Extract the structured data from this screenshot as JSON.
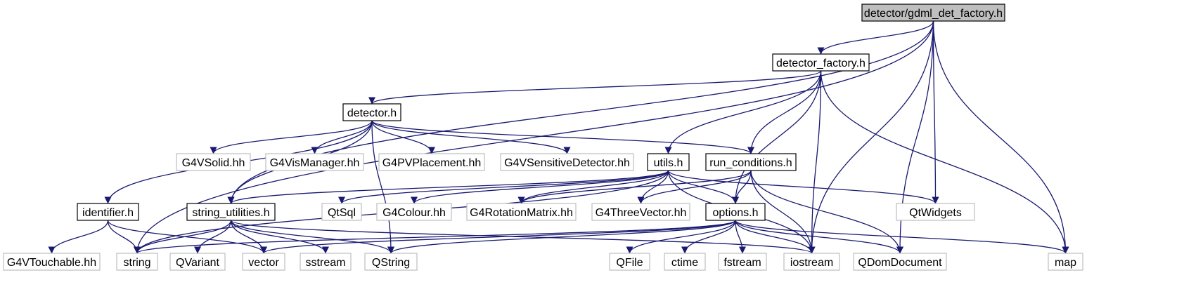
{
  "colors": {
    "edge": "#191970",
    "focus_fill": "#bfbfbf",
    "focus_border": "#000000",
    "local_border": "#000000",
    "external_border": "#bfbfbf",
    "background": "#ffffff"
  },
  "nodes": [
    {
      "id": "gdml_det_factory",
      "label": "detector/gdml_det_factory.h",
      "kind": "focus"
    },
    {
      "id": "detector_factory",
      "label": "detector_factory.h",
      "kind": "local"
    },
    {
      "id": "detector",
      "label": "detector.h",
      "kind": "local"
    },
    {
      "id": "G4VSolid",
      "label": "G4VSolid.hh",
      "kind": "external"
    },
    {
      "id": "G4VisManager",
      "label": "G4VisManager.hh",
      "kind": "external"
    },
    {
      "id": "G4PVPlacement",
      "label": "G4PVPlacement.hh",
      "kind": "external"
    },
    {
      "id": "G4VSensitiveDetector",
      "label": "G4VSensitiveDetector.hh",
      "kind": "external"
    },
    {
      "id": "utils",
      "label": "utils.h",
      "kind": "local"
    },
    {
      "id": "run_conditions",
      "label": "run_conditions.h",
      "kind": "local"
    },
    {
      "id": "identifier",
      "label": "identifier.h",
      "kind": "local"
    },
    {
      "id": "string_utilities",
      "label": "string_utilities.h",
      "kind": "local"
    },
    {
      "id": "QtSql",
      "label": "QtSql",
      "kind": "external"
    },
    {
      "id": "G4Colour",
      "label": "G4Colour.hh",
      "kind": "external"
    },
    {
      "id": "G4RotationMatrix",
      "label": "G4RotationMatrix.hh",
      "kind": "external"
    },
    {
      "id": "G4ThreeVector",
      "label": "G4ThreeVector.hh",
      "kind": "external"
    },
    {
      "id": "options",
      "label": "options.h",
      "kind": "local"
    },
    {
      "id": "QtWidgets",
      "label": "QtWidgets",
      "kind": "external"
    },
    {
      "id": "G4VTouchable",
      "label": "G4VTouchable.hh",
      "kind": "external"
    },
    {
      "id": "string",
      "label": "string",
      "kind": "external"
    },
    {
      "id": "QVariant",
      "label": "QVariant",
      "kind": "external"
    },
    {
      "id": "vector",
      "label": "vector",
      "kind": "external"
    },
    {
      "id": "sstream",
      "label": "sstream",
      "kind": "external"
    },
    {
      "id": "QString",
      "label": "QString",
      "kind": "external"
    },
    {
      "id": "QFile",
      "label": "QFile",
      "kind": "external"
    },
    {
      "id": "ctime",
      "label": "ctime",
      "kind": "external"
    },
    {
      "id": "fstream",
      "label": "fstream",
      "kind": "external"
    },
    {
      "id": "iostream",
      "label": "iostream",
      "kind": "external"
    },
    {
      "id": "QDomDocument",
      "label": "QDomDocument",
      "kind": "external"
    },
    {
      "id": "map",
      "label": "map",
      "kind": "external"
    }
  ],
  "edges": [
    {
      "from": "gdml_det_factory",
      "to": "detector_factory"
    },
    {
      "from": "gdml_det_factory",
      "to": "string"
    },
    {
      "from": "gdml_det_factory",
      "to": "string_utilities"
    },
    {
      "from": "gdml_det_factory",
      "to": "QtWidgets"
    },
    {
      "from": "gdml_det_factory",
      "to": "iostream"
    },
    {
      "from": "gdml_det_factory",
      "to": "QDomDocument"
    },
    {
      "from": "gdml_det_factory",
      "to": "map"
    },
    {
      "from": "detector_factory",
      "to": "detector"
    },
    {
      "from": "detector_factory",
      "to": "utils"
    },
    {
      "from": "detector_factory",
      "to": "run_conditions"
    },
    {
      "from": "detector_factory",
      "to": "options"
    },
    {
      "from": "detector_factory",
      "to": "iostream"
    },
    {
      "from": "detector_factory",
      "to": "map"
    },
    {
      "from": "detector",
      "to": "G4VSolid"
    },
    {
      "from": "detector",
      "to": "G4VisManager"
    },
    {
      "from": "detector",
      "to": "G4PVPlacement"
    },
    {
      "from": "detector",
      "to": "G4VSensitiveDetector"
    },
    {
      "from": "detector",
      "to": "run_conditions"
    },
    {
      "from": "detector",
      "to": "identifier"
    },
    {
      "from": "detector",
      "to": "string_utilities"
    },
    {
      "from": "detector",
      "to": "QString"
    },
    {
      "from": "utils",
      "to": "string_utilities"
    },
    {
      "from": "utils",
      "to": "QtSql"
    },
    {
      "from": "utils",
      "to": "G4Colour"
    },
    {
      "from": "utils",
      "to": "G4RotationMatrix"
    },
    {
      "from": "utils",
      "to": "G4ThreeVector"
    },
    {
      "from": "utils",
      "to": "options"
    },
    {
      "from": "utils",
      "to": "QtWidgets"
    },
    {
      "from": "utils",
      "to": "iostream"
    },
    {
      "from": "utils",
      "to": "string"
    },
    {
      "from": "run_conditions",
      "to": "G4RotationMatrix"
    },
    {
      "from": "run_conditions",
      "to": "G4ThreeVector"
    },
    {
      "from": "run_conditions",
      "to": "options"
    },
    {
      "from": "run_conditions",
      "to": "iostream"
    },
    {
      "from": "run_conditions",
      "to": "QDomDocument"
    },
    {
      "from": "identifier",
      "to": "G4VTouchable"
    },
    {
      "from": "identifier",
      "to": "string"
    },
    {
      "from": "identifier",
      "to": "vector"
    },
    {
      "from": "string_utilities",
      "to": "string"
    },
    {
      "from": "string_utilities",
      "to": "QVariant"
    },
    {
      "from": "string_utilities",
      "to": "vector"
    },
    {
      "from": "string_utilities",
      "to": "sstream"
    },
    {
      "from": "string_utilities",
      "to": "QString"
    },
    {
      "from": "string_utilities",
      "to": "iostream"
    },
    {
      "from": "options",
      "to": "string"
    },
    {
      "from": "options",
      "to": "vector"
    },
    {
      "from": "options",
      "to": "QString"
    },
    {
      "from": "options",
      "to": "QFile"
    },
    {
      "from": "options",
      "to": "ctime"
    },
    {
      "from": "options",
      "to": "fstream"
    },
    {
      "from": "options",
      "to": "iostream"
    },
    {
      "from": "options",
      "to": "QDomDocument"
    },
    {
      "from": "options",
      "to": "map"
    }
  ]
}
